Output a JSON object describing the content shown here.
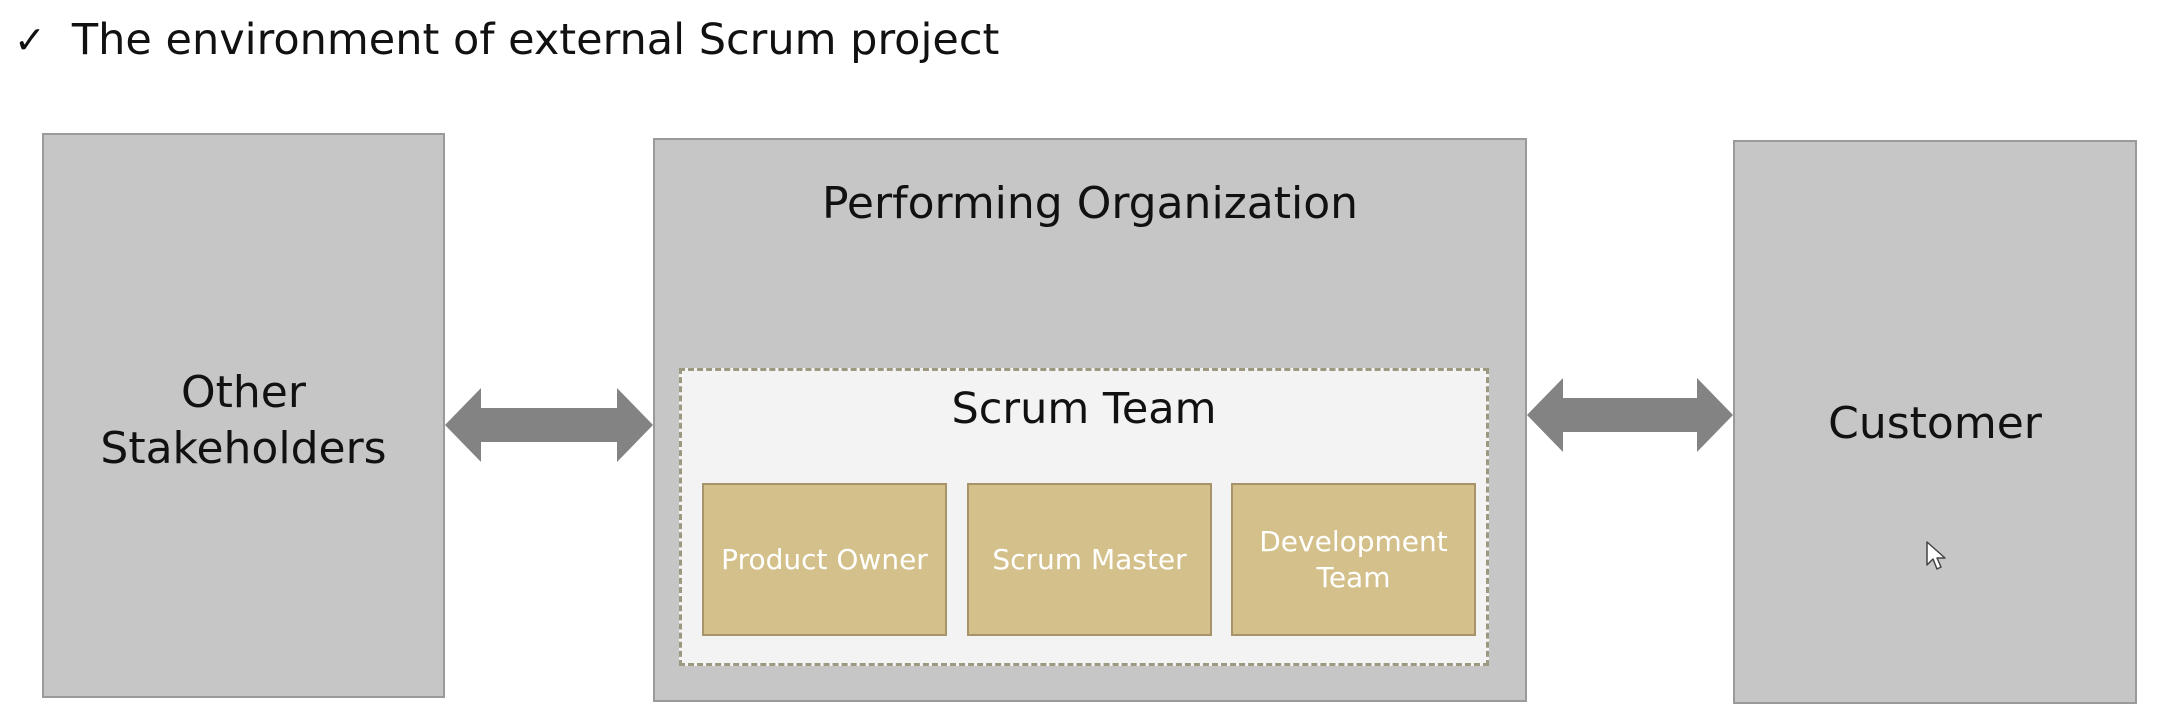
{
  "heading": {
    "check_icon": "checkmark-icon",
    "text": "The environment of external Scrum project"
  },
  "diagram": {
    "left_box": {
      "label_line1": "Other",
      "label_line2": "Stakeholders"
    },
    "center_box": {
      "label": "Performing Organization",
      "inner_group": {
        "label": "Scrum Team",
        "roles": [
          {
            "label_line1": "Product Owner",
            "label_line2": ""
          },
          {
            "label_line1": "Scrum Master",
            "label_line2": ""
          },
          {
            "label_line1": "Development",
            "label_line2": "Team"
          }
        ]
      }
    },
    "right_box": {
      "label": "Customer"
    },
    "connectors": [
      {
        "from": "Other Stakeholders",
        "to": "Performing Organization",
        "type": "bidirectional"
      },
      {
        "from": "Performing Organization",
        "to": "Customer",
        "type": "bidirectional"
      }
    ],
    "colors": {
      "outer_box": "#c6c6c6",
      "inner_group": "#f3f3f3",
      "role_box": "#d4c08a",
      "arrow": "#838383"
    }
  },
  "cursor_icon": "mouse-pointer-icon"
}
